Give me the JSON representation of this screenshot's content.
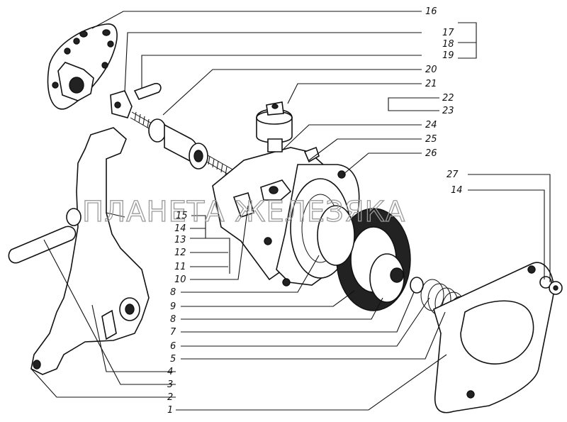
{
  "watermark": "ПЛАНЕТА ЖЕЛЕЗЯКА",
  "callouts_right": [
    "16",
    "17",
    "18",
    "19",
    "20",
    "21",
    "22",
    "23",
    "24",
    "25",
    "26",
    "27",
    "14"
  ],
  "callouts_left_mid": [
    "15",
    "14",
    "13",
    "12",
    "11",
    "10"
  ],
  "callouts_bottom": [
    "8",
    "9",
    "8",
    "7",
    "6",
    "5",
    "4",
    "3",
    "2",
    "1"
  ]
}
